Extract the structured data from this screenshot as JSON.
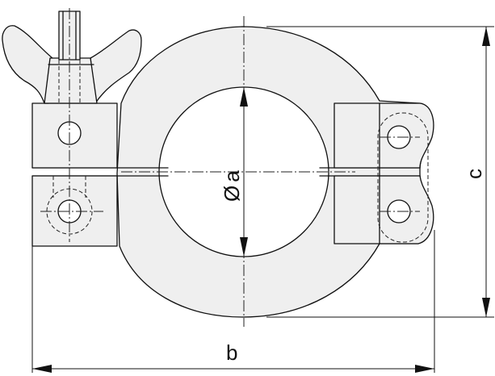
{
  "drawing": {
    "labels": {
      "diameter_symbol": "Ø",
      "diameter": "a",
      "width": "b",
      "height": "c"
    }
  }
}
